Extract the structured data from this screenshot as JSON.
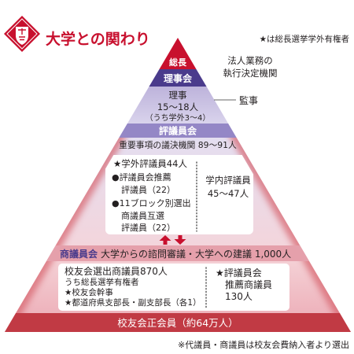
{
  "header": {
    "title": "大学との関わり",
    "legend_note": "★は総長選挙学外有権者"
  },
  "pyramid": {
    "president": "総長",
    "board": {
      "label": "理事会",
      "members": "理事",
      "count": "15～18人",
      "external": "（うち学外3～4）"
    },
    "council": {
      "label": "評議員会",
      "description": "重要事項の議決機関 89～91人",
      "external": {
        "heading": "★学外評議員44人",
        "lines": [
          "●評議員会推薦",
          "評議員（22）",
          "●11ブロック別選出",
          "商議員互選",
          "評議員（22）"
        ]
      },
      "internal": {
        "label": "学内評議員",
        "count": "45～47人"
      }
    },
    "trustees": {
      "label": "商議員会",
      "description": "大学からの諮問審議・大学への建議 1,000人",
      "alumni_elected": {
        "heading": "校友会選出商議員870人",
        "subheading": "うち総長選挙有権者",
        "lines": [
          "★校友会幹事",
          "★都道府県支部長・副支部長（各1）"
        ]
      },
      "council_recommended": [
        "★評議員会",
        "推薦商議員",
        "130人"
      ]
    },
    "base": "校友会正会員（約64万人）"
  },
  "annotations": {
    "board_role": [
      "法人業務の",
      "執行決定機関"
    ],
    "auditors": "監事"
  },
  "footnote": "※代議員・商議員は校友会費納入者より選出",
  "icons": {
    "logo": "waseda-emblem-icon",
    "arrows": [
      "arrow-up-icon",
      "arrow-down-icon"
    ]
  },
  "colors": {
    "accent_red": "#c8102e",
    "board_purple": "#4a3b8c",
    "council_purple": "#9487c6",
    "trustees_pink": "#e5a0ab",
    "base_red": "#c13a44"
  }
}
